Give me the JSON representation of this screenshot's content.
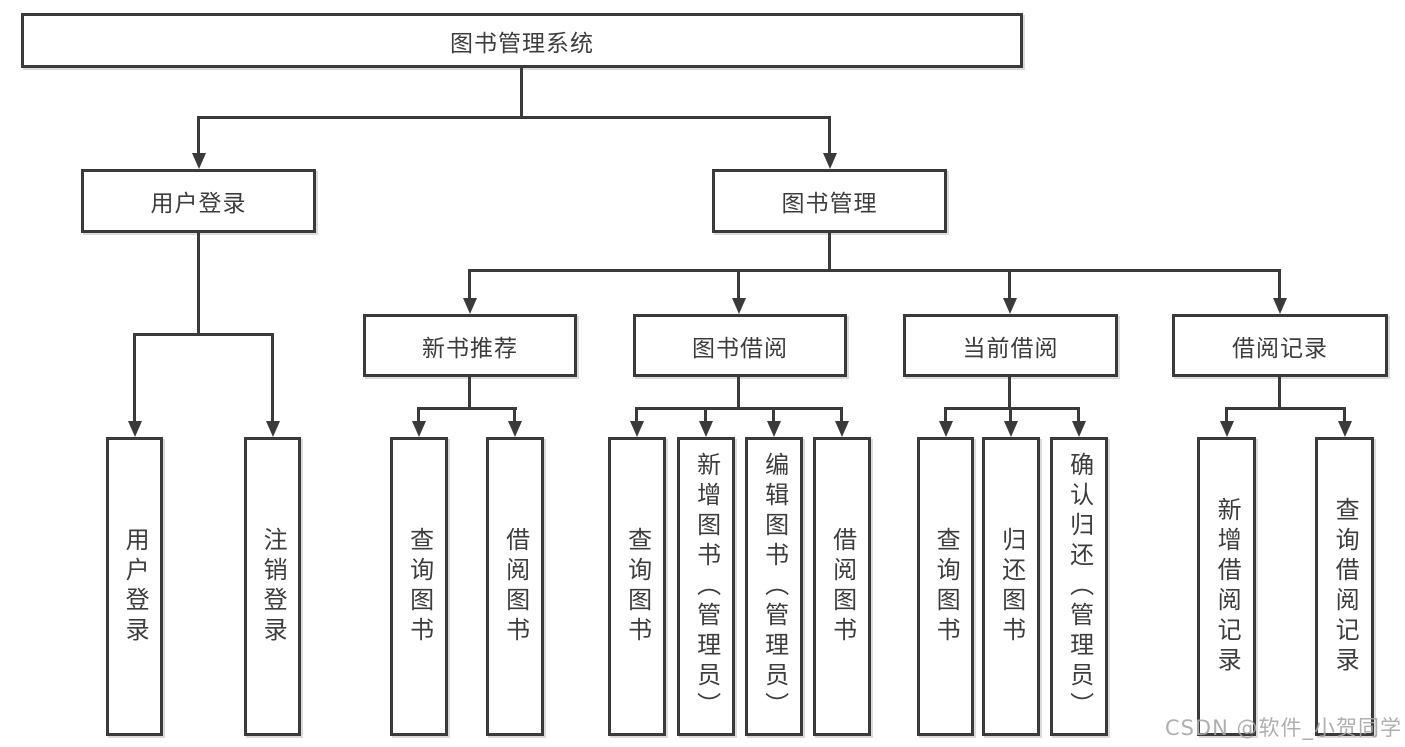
{
  "diagram_type": "hierarchy-tree",
  "colors": {
    "line": "#3a3a3a",
    "text": "#3d3d3d",
    "background": "#ffffff",
    "watermark": "#a8a8a8"
  },
  "tree": {
    "label": "图书管理系统",
    "children": [
      {
        "label": "用户登录",
        "children": [
          {
            "label": "用户登录"
          },
          {
            "label": "注销登录"
          }
        ]
      },
      {
        "label": "图书管理",
        "children": [
          {
            "label": "新书推荐",
            "children": [
              {
                "label": "查询图书"
              },
              {
                "label": "借阅图书"
              }
            ]
          },
          {
            "label": "图书借阅",
            "children": [
              {
                "label": "查询图书"
              },
              {
                "label": "新增图书（管理员）"
              },
              {
                "label": "编辑图书（管理员）"
              },
              {
                "label": "借阅图书"
              }
            ]
          },
          {
            "label": "当前借阅",
            "children": [
              {
                "label": "查询图书"
              },
              {
                "label": "归还图书"
              },
              {
                "label": "确认归还（管理员）"
              }
            ]
          },
          {
            "label": "借阅记录",
            "children": [
              {
                "label": "新增借阅记录"
              },
              {
                "label": "查询借阅记录"
              }
            ]
          }
        ]
      }
    ]
  },
  "watermark": {
    "text": "CSDN @软件_小贺同学"
  }
}
